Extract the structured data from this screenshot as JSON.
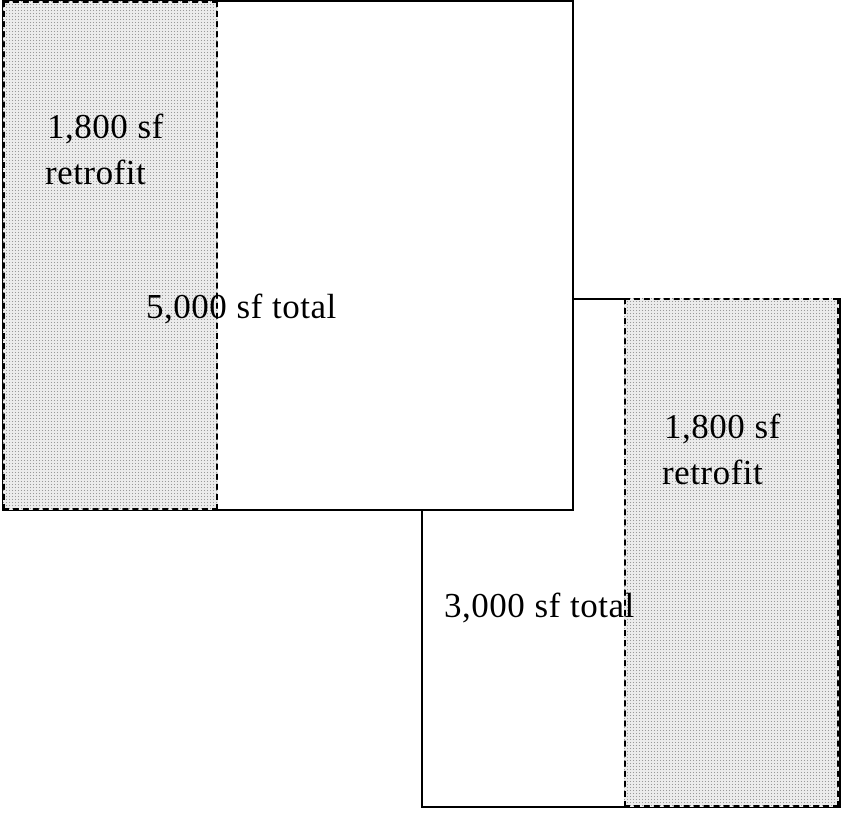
{
  "building_a": {
    "total_label": "5,000 sf total",
    "retrofit_area": "1,800 sf",
    "retrofit_word": "retrofit"
  },
  "building_b": {
    "total_label": "3,000 sf total",
    "retrofit_area": "1,800 sf",
    "retrofit_word": "retrofit"
  }
}
